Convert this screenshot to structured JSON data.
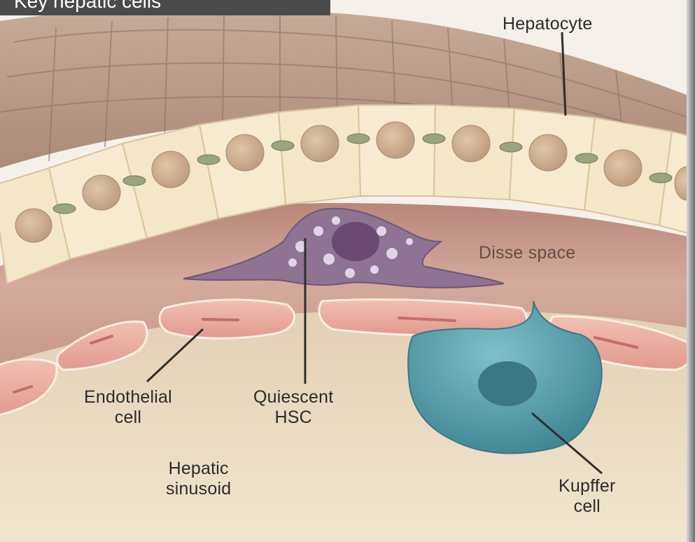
{
  "header": {
    "title": "Key hepatic cells"
  },
  "labels": {
    "hepatocyte": "Hepatocyte",
    "disse_space": "Disse space",
    "endothelial_cell": [
      "Endothelial",
      "cell"
    ],
    "quiescent_hsc": [
      "Quiescent",
      "HSC"
    ],
    "hepatic_sinusoid": [
      "Hepatic",
      "sinusoid"
    ],
    "kupffer_cell": [
      "Kupffer",
      "cell"
    ]
  },
  "colors": {
    "hepatocyte": "#f4e7c8",
    "nucleus": "#d2b593",
    "tissue_top": "#b89a86",
    "disse_space": "#c99a8c",
    "hsc": "#8e7394",
    "endothelium": "#e9a79c",
    "kupffer": "#5fa2ad",
    "sinusoid": "#ecdcc0"
  }
}
